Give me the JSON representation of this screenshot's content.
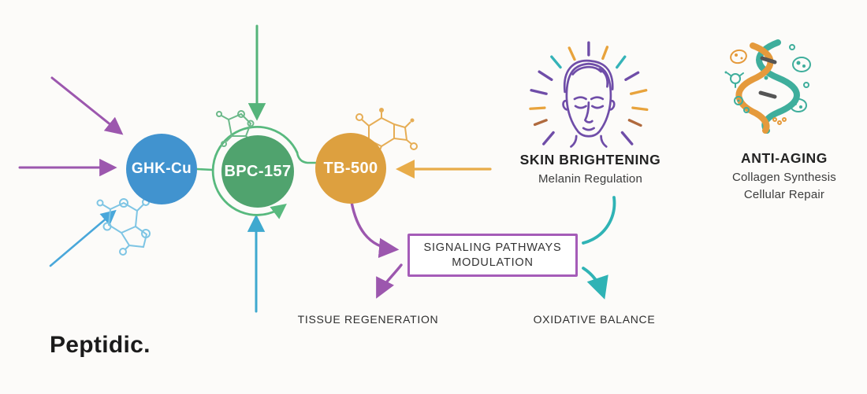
{
  "logo": {
    "text": "Peptidic."
  },
  "nodes": [
    {
      "id": "ghk-cu",
      "label": "GHK-Cu",
      "color": "#4193cf"
    },
    {
      "id": "bpc-157",
      "label": "BPC-157",
      "color": "#50a36e"
    },
    {
      "id": "tb-500",
      "label": "TB-500",
      "color": "#dda03f"
    }
  ],
  "benefits": [
    {
      "id": "skin-brightening",
      "title": "SKIN BRIGHTENING",
      "subtitles": [
        "Melanin Regulation"
      ],
      "icon": "radiant-face-icon"
    },
    {
      "id": "anti-aging",
      "title": "ANTI-AGING",
      "subtitles": [
        "Collagen Synthesis",
        "Cellular Repair"
      ],
      "icon": "dna-cells-icon"
    }
  ],
  "process_box": {
    "line1": "SIGNALING PATHWAYS",
    "line2": "MODULATION",
    "border_color": "#a55cb8"
  },
  "outcomes": [
    {
      "id": "tissue-regeneration",
      "label": "TISSUE REGENERATION"
    },
    {
      "id": "oxidative-balance",
      "label": "OXIDATIVE BALANCE"
    }
  ],
  "icons": {
    "radiant-face-icon": "line-art face with radiating dashes",
    "dna-cells-icon": "dna double helix with cells",
    "molecule-icon": "peptide molecule ring doodle"
  },
  "colors": {
    "purple_arrow": "#9c57ae",
    "cyan_arrow": "#49a7da",
    "green_arrow": "#55b47a",
    "blue_up_arrow": "#3fa9cf",
    "orange_arrow": "#e8ac49",
    "teal_curve": "#2fb3b5",
    "background": "#fcfbf9"
  }
}
